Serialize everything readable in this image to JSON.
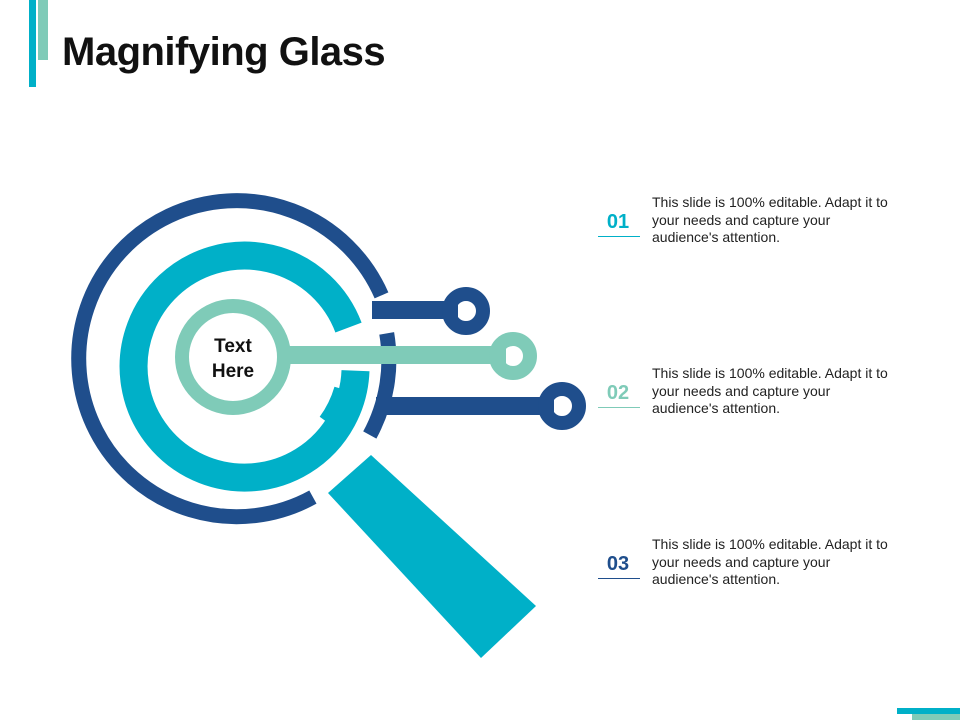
{
  "slide": {
    "title": "Magnifying Glass"
  },
  "center_label": {
    "line1": "Text",
    "line2": "Here"
  },
  "items": [
    {
      "number": "01",
      "color": "#00b0c8",
      "text": "This slide is 100% editable. Adapt it to your needs and capture your audience's attention."
    },
    {
      "number": "02",
      "color": "#7fcbb8",
      "text": "This slide is 100% editable. Adapt it to your needs and capture your audience's attention."
    },
    {
      "number": "03",
      "color": "#1f4e8c",
      "text": "This slide is 100% editable. Adapt it to your needs and capture your audience's attention."
    }
  ],
  "colors": {
    "navy": "#1f4e8c",
    "teal": "#00b0c8",
    "mint": "#7fcbb8"
  }
}
